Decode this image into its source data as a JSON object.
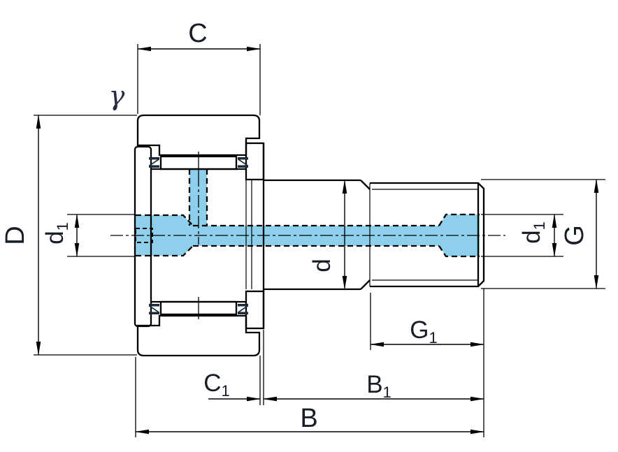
{
  "diagram": {
    "description": "Cam follower stud-type track roller bearing cross-section with dimension labels",
    "colors": {
      "highlight": "#8ECFEB",
      "seal": "#1C2B3A",
      "line": "#000000",
      "background": "#FFFFFF"
    },
    "labels": {
      "C": {
        "text": "C"
      },
      "gamma": {
        "text": "γ"
      },
      "D": {
        "text": "D"
      },
      "d1L": {
        "text": "d",
        "sub": "1"
      },
      "d": {
        "text": "d"
      },
      "d1R": {
        "text": "d",
        "sub": "1"
      },
      "G": {
        "text": "G"
      },
      "G1": {
        "text": "G",
        "sub": "1"
      },
      "C1": {
        "text": "C",
        "sub": "1"
      },
      "B1": {
        "text": "B",
        "sub": "1"
      },
      "B": {
        "text": "B"
      }
    }
  }
}
